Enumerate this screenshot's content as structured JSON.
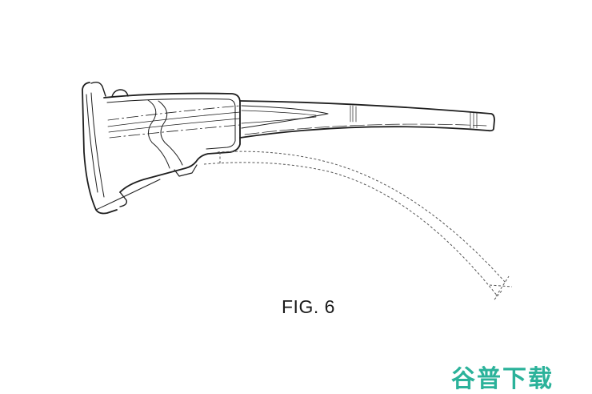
{
  "figure": {
    "label": "FIG. 6",
    "subject": "eyewear side view with temple arm",
    "stroke_color": "#1e1e1e",
    "dash_color": "#555555"
  },
  "watermark": {
    "text": "谷普下载",
    "color": "#2bb29a"
  }
}
